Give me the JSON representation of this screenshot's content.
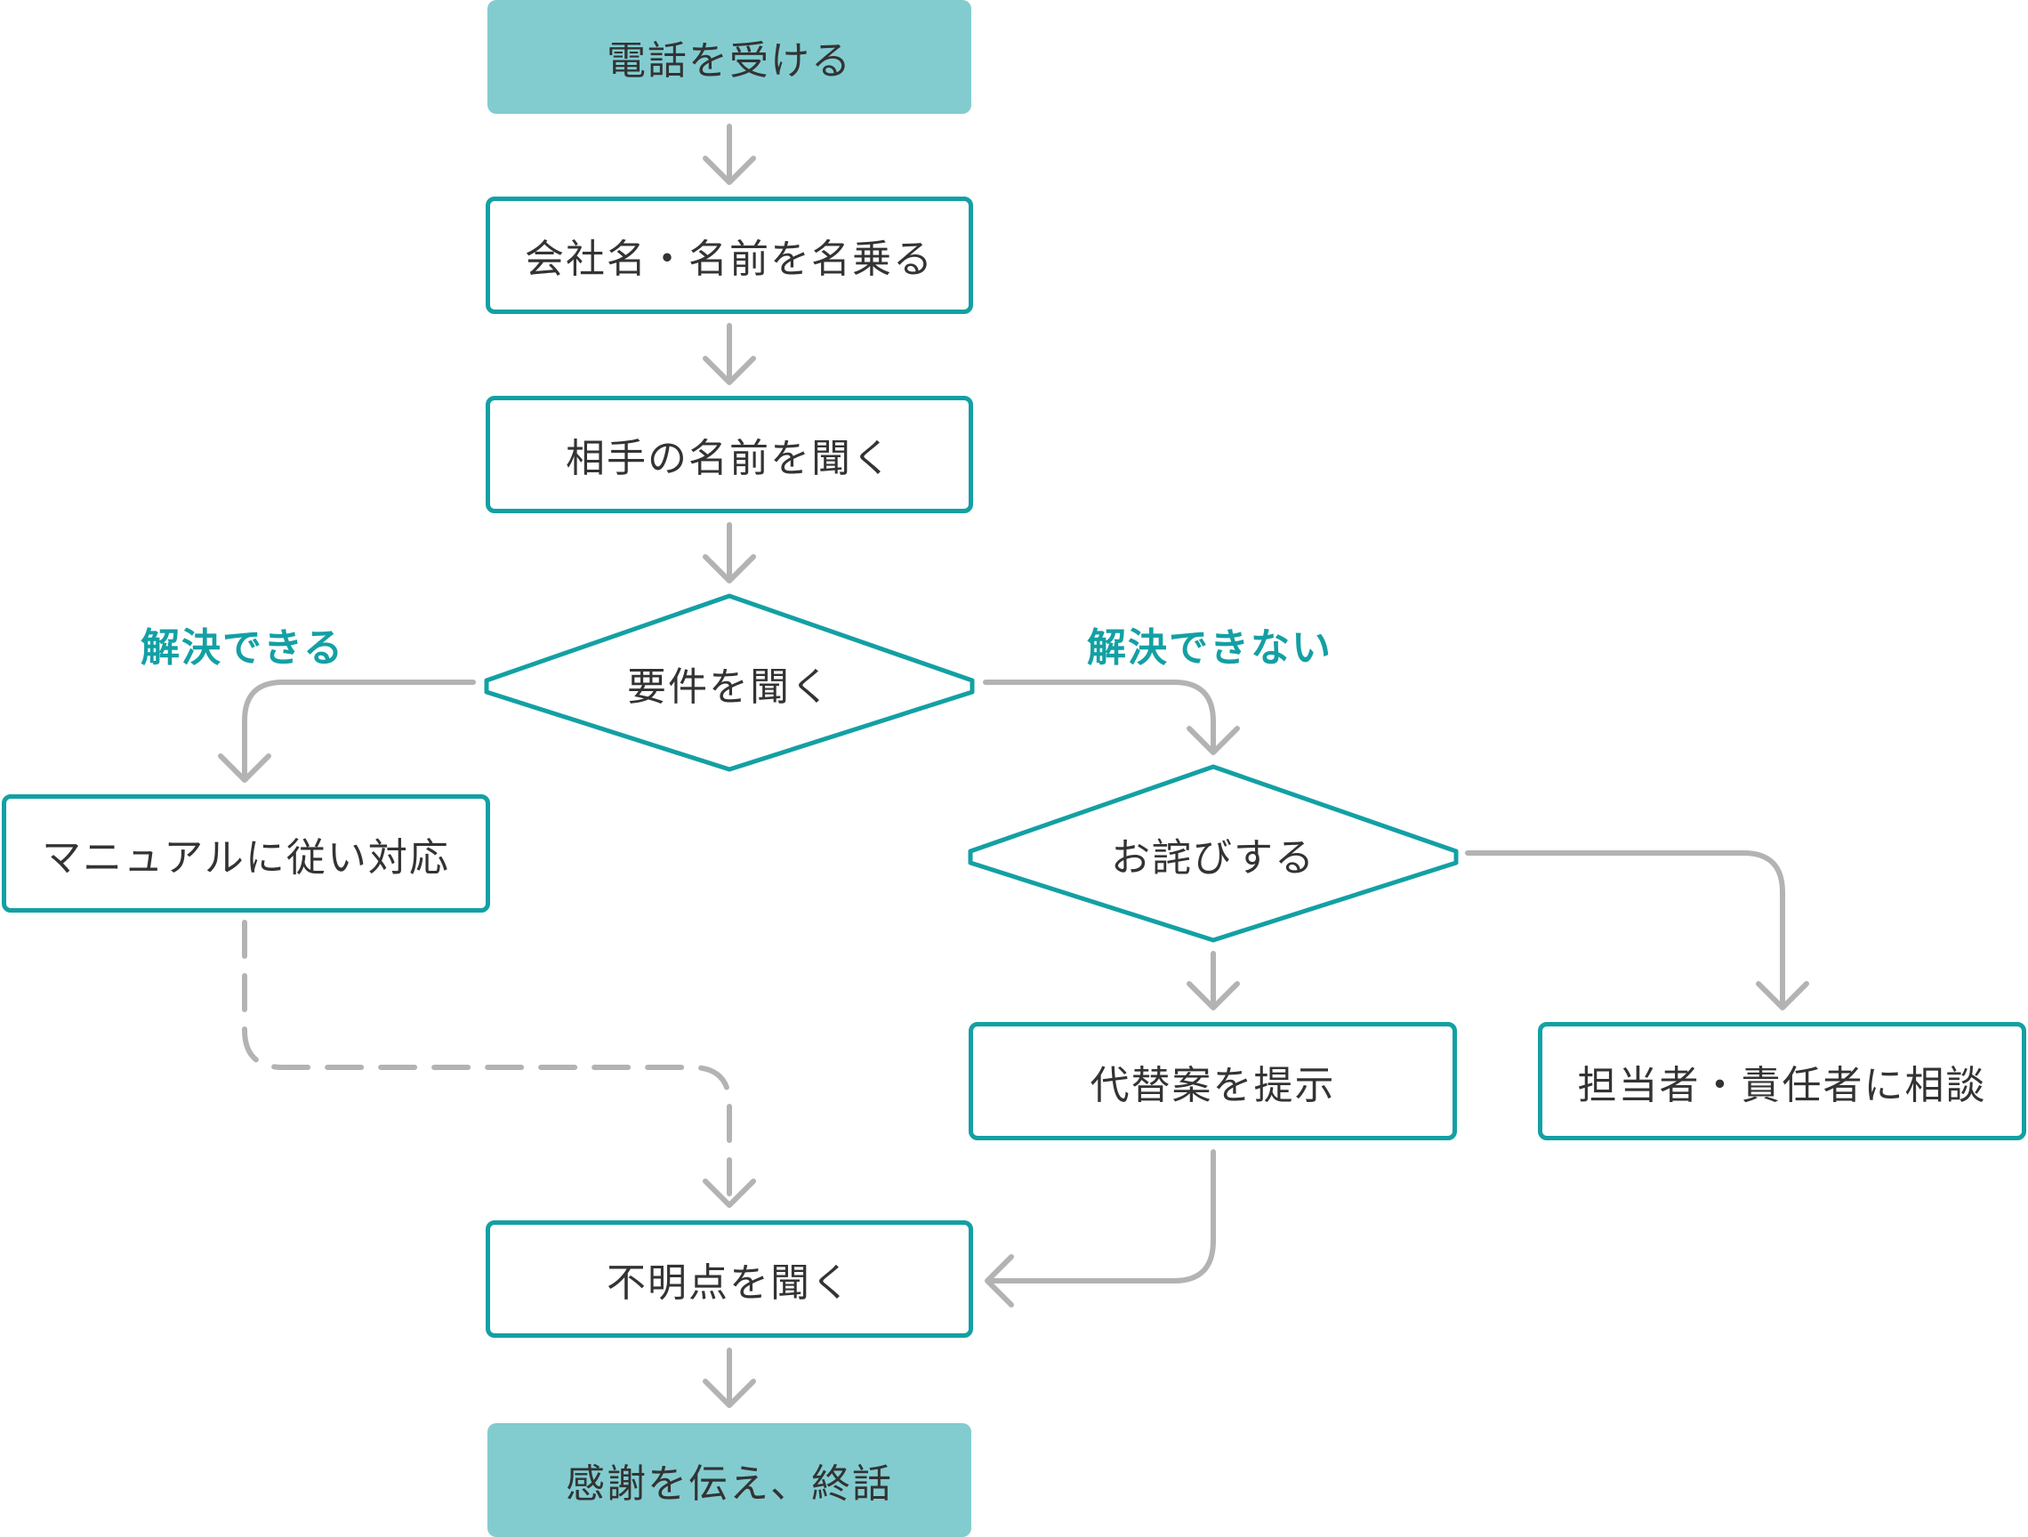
{
  "colors": {
    "accent": "#13a0a4",
    "fill": "#82ccd0",
    "connector": "#b3b3b3",
    "text": "#333333"
  },
  "nodes": {
    "receive_call": "電話を受ける",
    "introduce_self": "会社名・名前を名乗る",
    "ask_caller_name": "相手の名前を聞く",
    "ask_purpose": "要件を聞く",
    "follow_manual": "マニュアルに従い対応",
    "apologize": "お詫びする",
    "propose_alternative": "代替案を提示",
    "consult_manager": "担当者・責任者に相談",
    "ask_questions": "不明点を聞く",
    "thank_and_end": "感謝を伝え、終話"
  },
  "branch_labels": {
    "resolvable": "解決できる",
    "not_resolvable": "解決できない"
  }
}
